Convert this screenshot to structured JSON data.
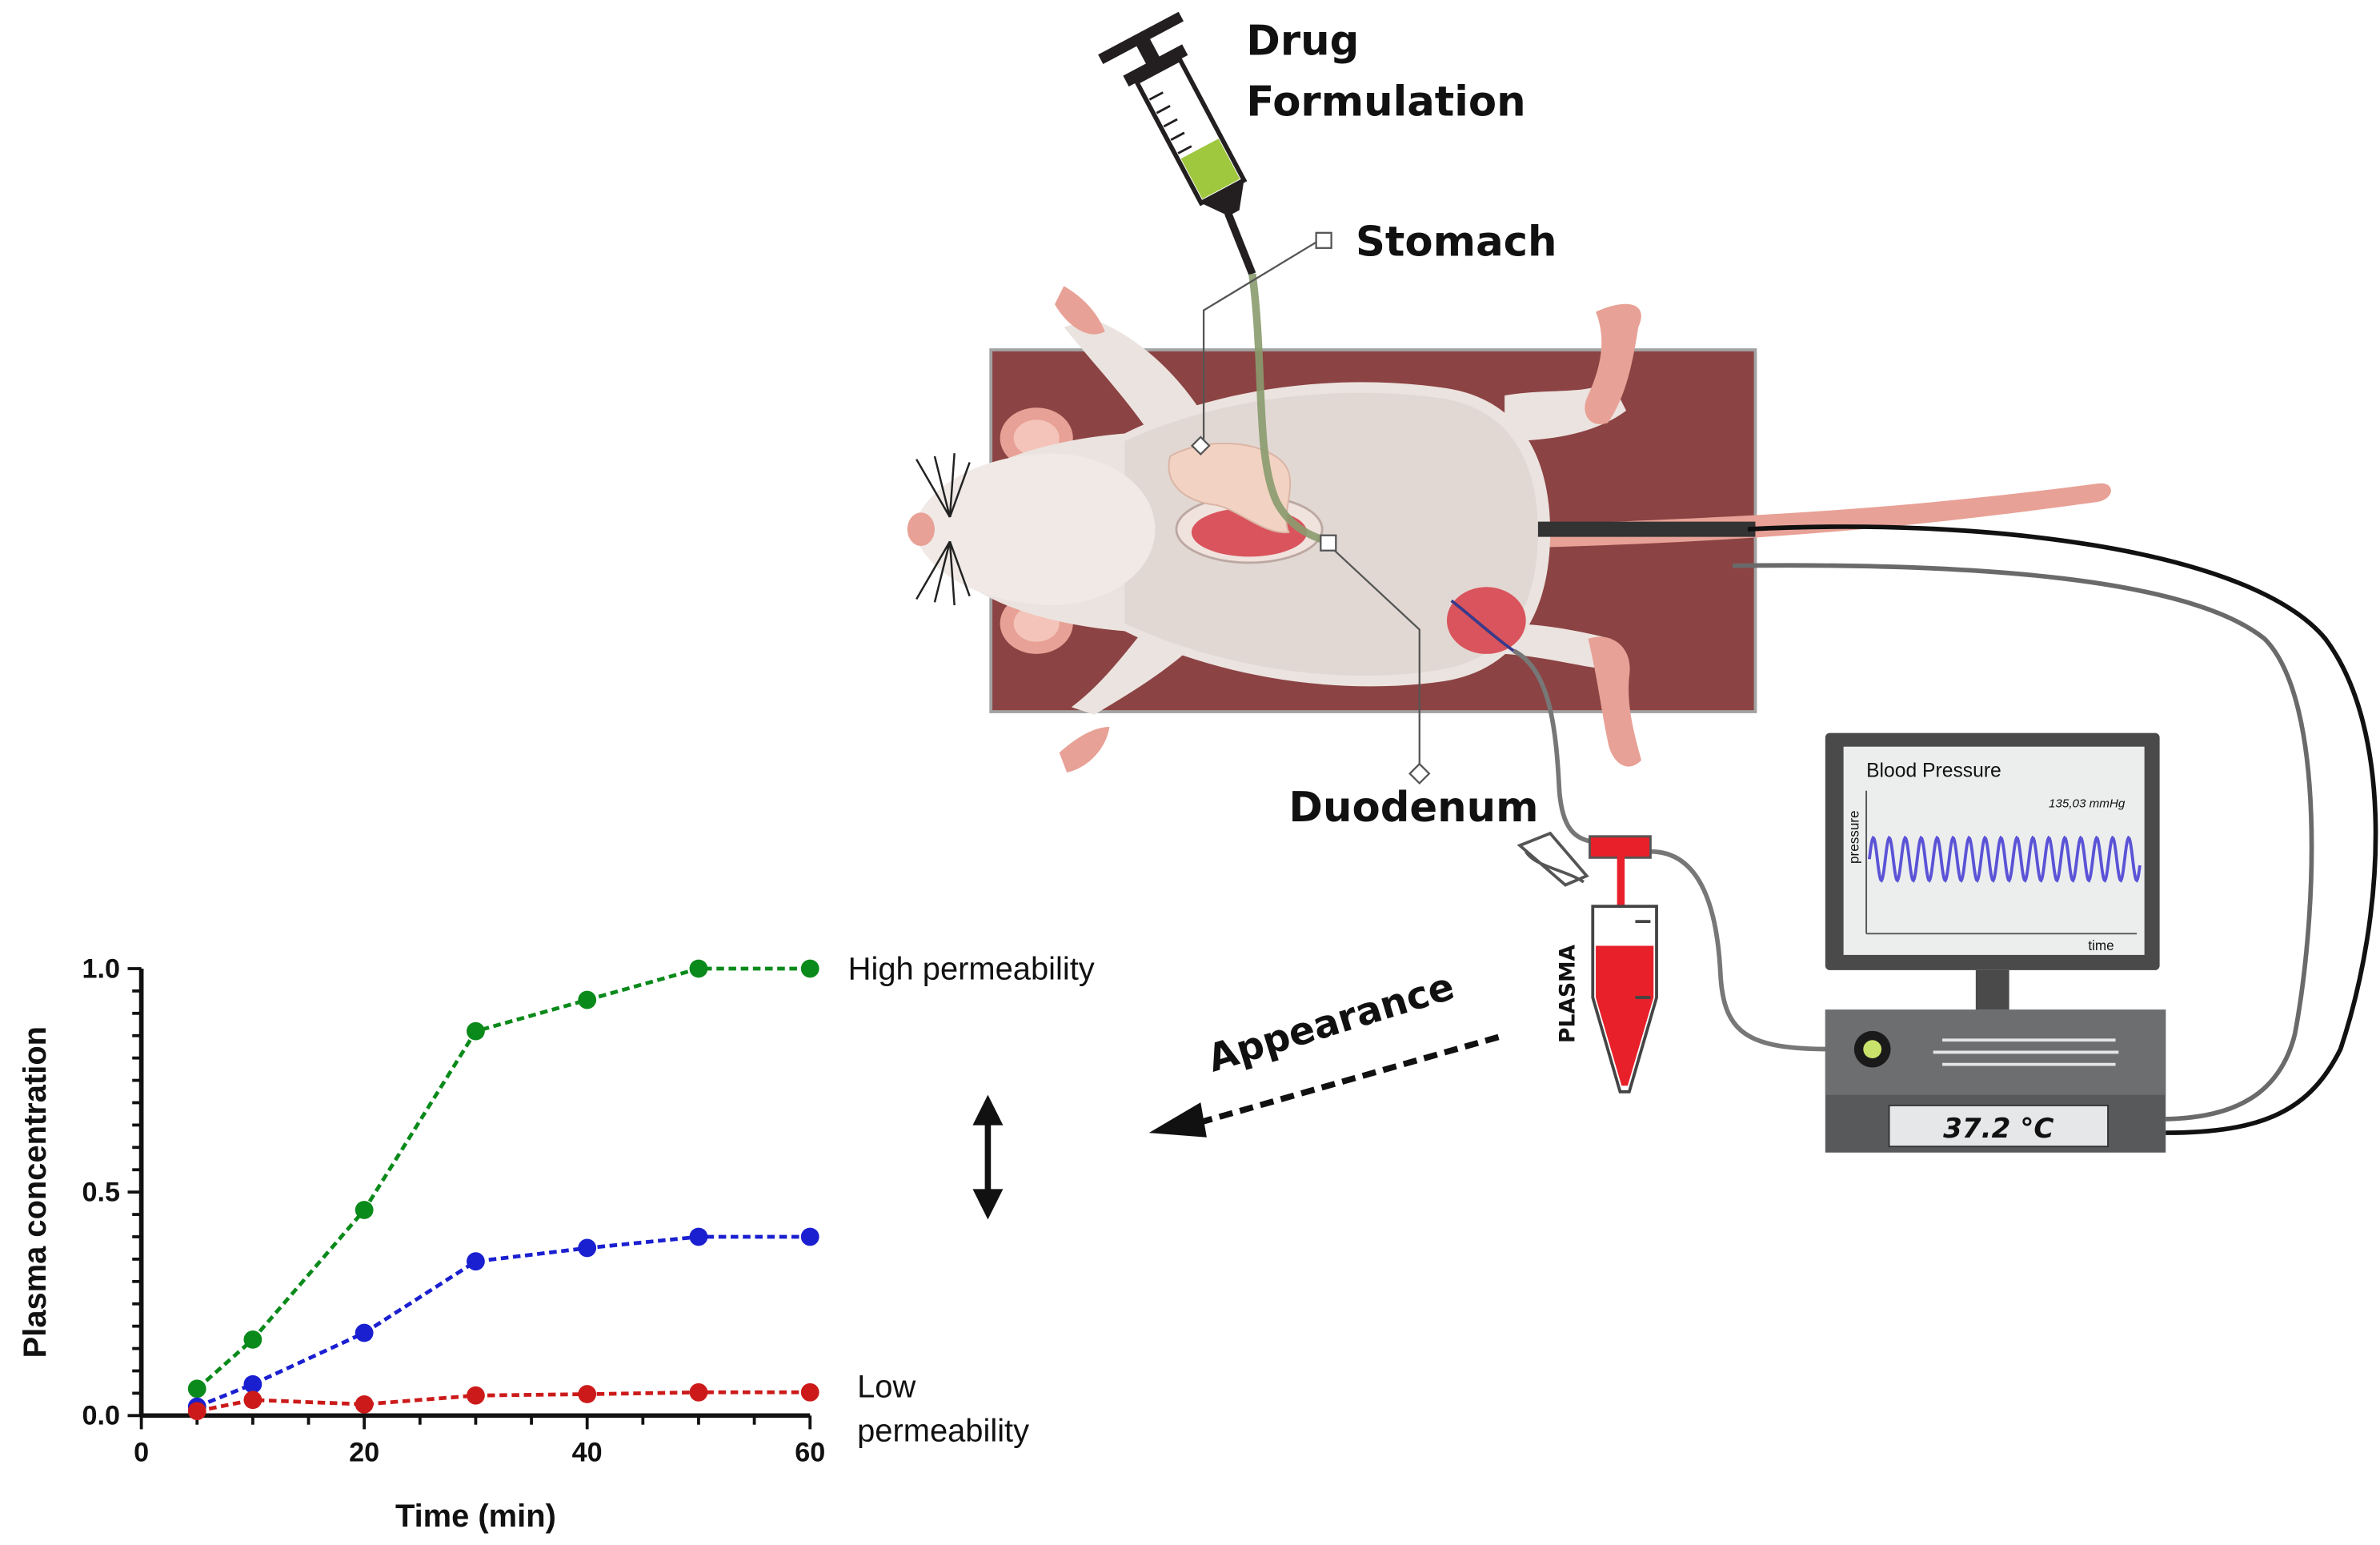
{
  "labels": {
    "drug_formulation_line1": "Drug",
    "drug_formulation_line2": "Formulation",
    "stomach": "Stomach",
    "duodenum": "Duodenum",
    "plasma": "PLASMA",
    "appearance": "Appearance"
  },
  "monitor": {
    "title": "Blood Pressure",
    "readout": "135,03 mmHg",
    "y_label": "pressure",
    "x_label": "time"
  },
  "device": {
    "temperature": "37.2 °C"
  },
  "colors": {
    "table": "#8c4343",
    "rat_body": "#ebe3df",
    "stomach": "#f2d2c2",
    "blood": "#e8202a",
    "syringe_fluid": "#9fc83f",
    "wave": "#5b53d6",
    "device": "#58595b",
    "high": "#0a8a1a",
    "mid": "#1a1fd0",
    "low": "#cc1a1a"
  },
  "chart_data": {
    "type": "line",
    "xlabel": "Time (min)",
    "ylabel": "Plasma concentration",
    "xlim": [
      0,
      60
    ],
    "ylim": [
      0,
      1.0
    ],
    "x_ticks": [
      "0",
      "20",
      "40",
      "60"
    ],
    "y_ticks": [
      "0.0",
      "0.5",
      "1.0"
    ],
    "grid": false,
    "series": [
      {
        "name": "High permeability",
        "color": "#0a8a1a",
        "x": [
          5,
          10,
          20,
          30,
          40,
          50,
          60
        ],
        "y": [
          0.06,
          0.17,
          0.46,
          0.86,
          0.93,
          1.0,
          1.0
        ]
      },
      {
        "name": "",
        "color": "#1a1fd0",
        "x": [
          5,
          10,
          20,
          30,
          40,
          50,
          60
        ],
        "y": [
          0.02,
          0.07,
          0.185,
          0.345,
          0.375,
          0.4,
          0.4
        ]
      },
      {
        "name": "Low permeability",
        "color": "#cc1a1a",
        "x": [
          5,
          10,
          20,
          30,
          40,
          50,
          60
        ],
        "y": [
          0.01,
          0.035,
          0.025,
          0.045,
          0.048,
          0.052,
          0.052
        ]
      }
    ],
    "annotations": [
      "High permeability",
      "Low",
      "permeability"
    ]
  }
}
